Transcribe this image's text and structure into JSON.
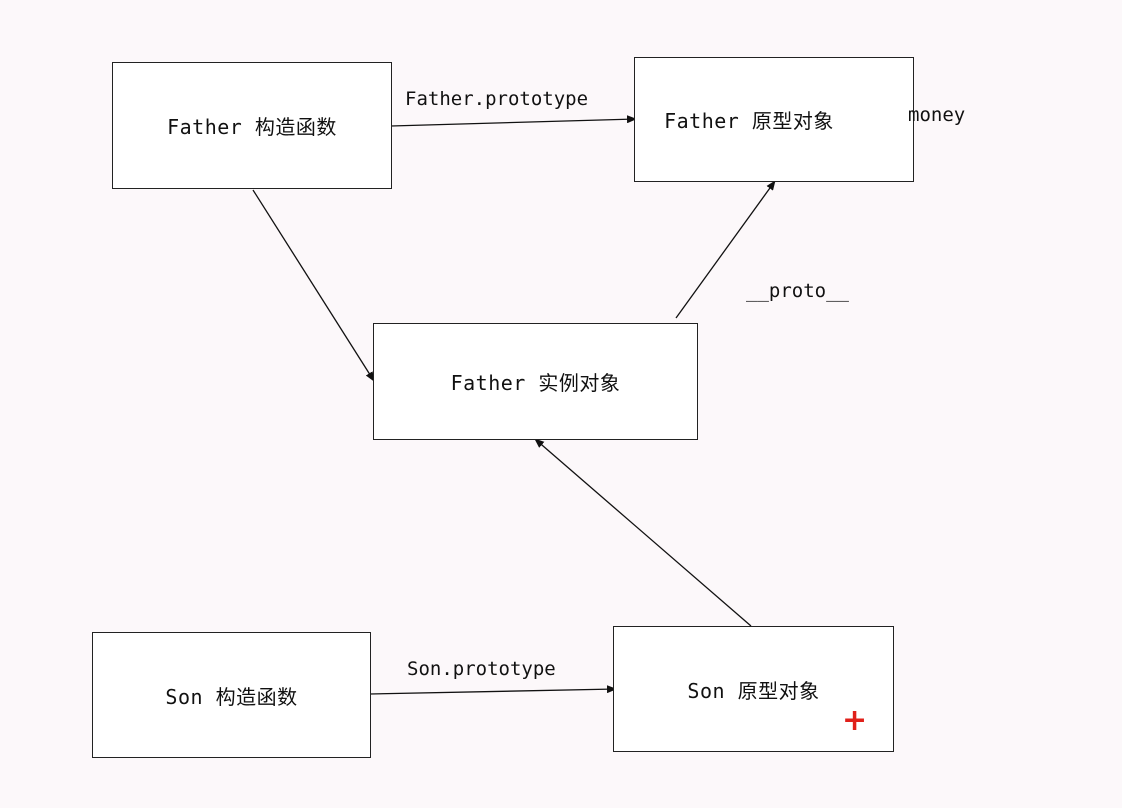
{
  "boxes": {
    "father_ctor": "Father 构造函数",
    "father_proto": "Father 原型对象",
    "father_instance": "Father 实例对象",
    "son_ctor": "Son 构造函数",
    "son_proto": "Son 原型对象"
  },
  "labels": {
    "father_prototype": "Father.prototype",
    "money": "money",
    "proto": "__proto__",
    "son_prototype": "Son.prototype"
  },
  "cursor": {
    "glyph": "+",
    "color": "#e0201a"
  }
}
